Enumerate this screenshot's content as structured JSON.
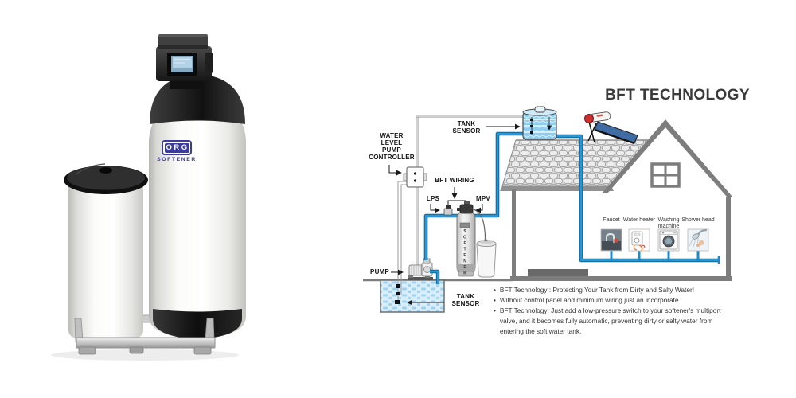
{
  "product": {
    "logo_text": "ORG",
    "logo_subtext": "SOFTENER"
  },
  "diagram": {
    "title": "BFT TECHNOLOGY",
    "labels": {
      "tank_sensor_top": "TANK\nSENSOR",
      "water_level_pump_controller": "WATER\nLEVEL\nPUMP\nCONTROLLER",
      "bft_wiring": "BFT WIRING",
      "lps": "LPS",
      "mpv": "MPV",
      "pump": "PUMP",
      "tank_sensor_bottom": "TANK\nSENSOR",
      "softener_tank_vertical": "SOFTENER"
    },
    "fixtures": [
      {
        "label": "Faucet"
      },
      {
        "label": "Water heater"
      },
      {
        "label": "Washing\nmachine"
      },
      {
        "label": "Shower head"
      }
    ],
    "bullets": [
      "BFT Technology : Protecting Your Tank from Dirty and Salty Water!",
      "Without control panel and minimum wiring just an incorporate",
      "BFT Technology: Just add a low-pressure switch to your softener's multiport valve, and it becomes fully automatic, preventing dirty or salty water from entering the soft water tank."
    ],
    "colors": {
      "pipe_blue": "#1e87c5",
      "house_gray": "#7d7d7d",
      "tank_water_blue": "#9ed7f4",
      "solar_panel_blue": "#3f6ca3",
      "logo_blue": "#3b3b9e"
    }
  }
}
